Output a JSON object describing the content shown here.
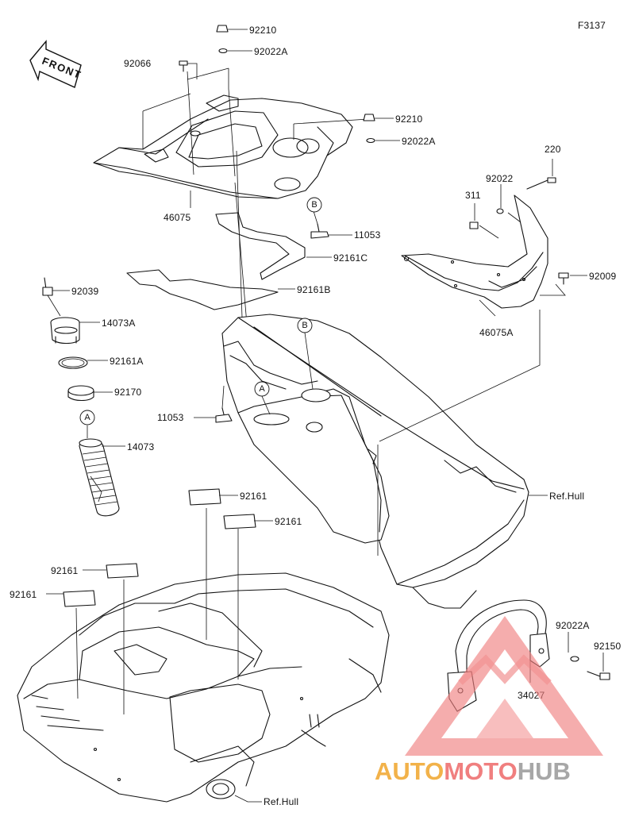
{
  "figure_code": "F3137",
  "front_label": "FRONT",
  "watermark": {
    "part1": "AUTO",
    "part2": "MOTO",
    "part3": "HUB",
    "color1": "#f2b24a",
    "color2": "#f07f7f",
    "color3": "#a7a7a7"
  },
  "labels": {
    "p92210a": "92210",
    "p92022a_a": "92022A",
    "p92066": "92066",
    "p92210b": "92210",
    "p92022a_b": "92022A",
    "p220": "220",
    "p92022": "92022",
    "p311": "311",
    "p46075": "46075",
    "p11053a": "11053",
    "p92161c": "92161C",
    "p92009": "92009",
    "p92039": "92039",
    "p92161b": "92161B",
    "p46075a": "46075A",
    "p14073a": "14073A",
    "p92161a": "92161A",
    "p92170": "92170",
    "p11053b": "11053",
    "p14073": "14073",
    "p92161_1": "92161",
    "p92161_2": "92161",
    "p92161_3": "92161",
    "p92161_4": "92161",
    "ref_hull_1": "Ref.Hull",
    "ref_hull_2": "Ref.Hull",
    "p92022a_c": "92022A",
    "p92150": "92150",
    "p34027": "34027"
  },
  "callouts": {
    "a1": "A",
    "a2": "A",
    "b1": "B",
    "b2": "B"
  }
}
